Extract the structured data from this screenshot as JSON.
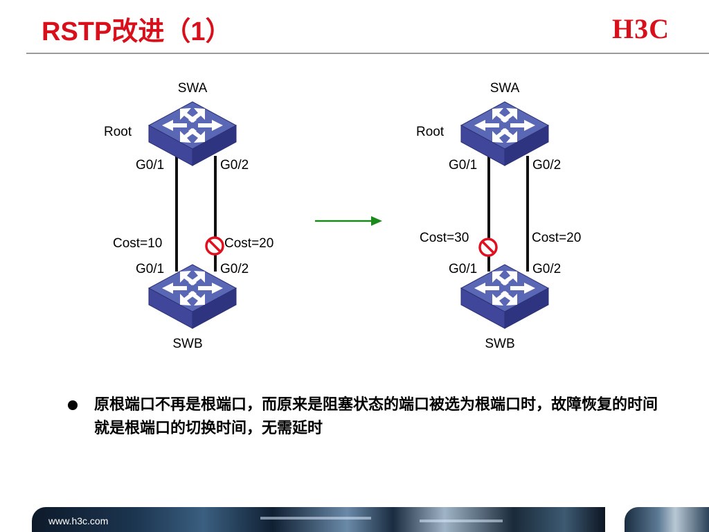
{
  "header": {
    "title": "RSTP改进（1）",
    "logo": "H3C"
  },
  "diagram": {
    "left": {
      "top_switch": "SWA",
      "root_label": "Root",
      "top_port_left": "G0/1",
      "top_port_right": "G0/2",
      "cost_left": "Cost=10",
      "cost_right": "Cost=20",
      "bottom_port_left": "G0/1",
      "bottom_port_right": "G0/2",
      "bottom_switch": "SWB"
    },
    "right": {
      "top_switch": "SWA",
      "root_label": "Root",
      "top_port_left": "G0/1",
      "top_port_right": "G0/2",
      "cost_left": "Cost=30",
      "cost_right": "Cost=20",
      "bottom_port_left": "G0/1",
      "bottom_port_right": "G0/2",
      "bottom_switch": "SWB"
    }
  },
  "body": {
    "bullet": "原根端口不再是根端口，而原来是阻塞状态的端口被选为根端口时，故障恢复的时间就是根端口的切换时间，无需延时"
  },
  "footer": {
    "url": "www.h3c.com"
  },
  "colors": {
    "title": "#d8101c",
    "switch_top": "#5a67b5",
    "switch_side": "#3a3f8f",
    "arrow": "#1a8a1a",
    "blocked": "#e01020"
  }
}
